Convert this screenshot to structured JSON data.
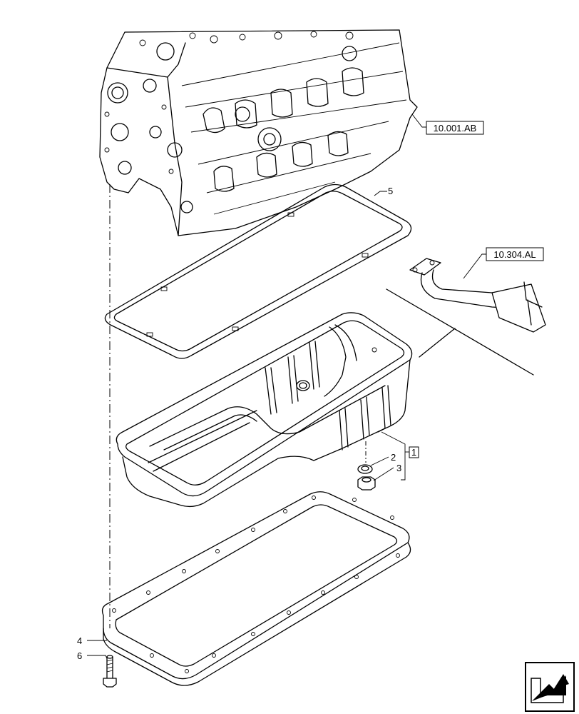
{
  "references": {
    "engine_block": "10.001.AB",
    "oil_pickup": "10.304.AL"
  },
  "callouts": {
    "gasket_top": "5",
    "washer": "2",
    "plug": "3",
    "kit_box": "1",
    "gasket_bottom": "4",
    "bolt": "6"
  },
  "nav_icon": "next-page-arrow-icon"
}
